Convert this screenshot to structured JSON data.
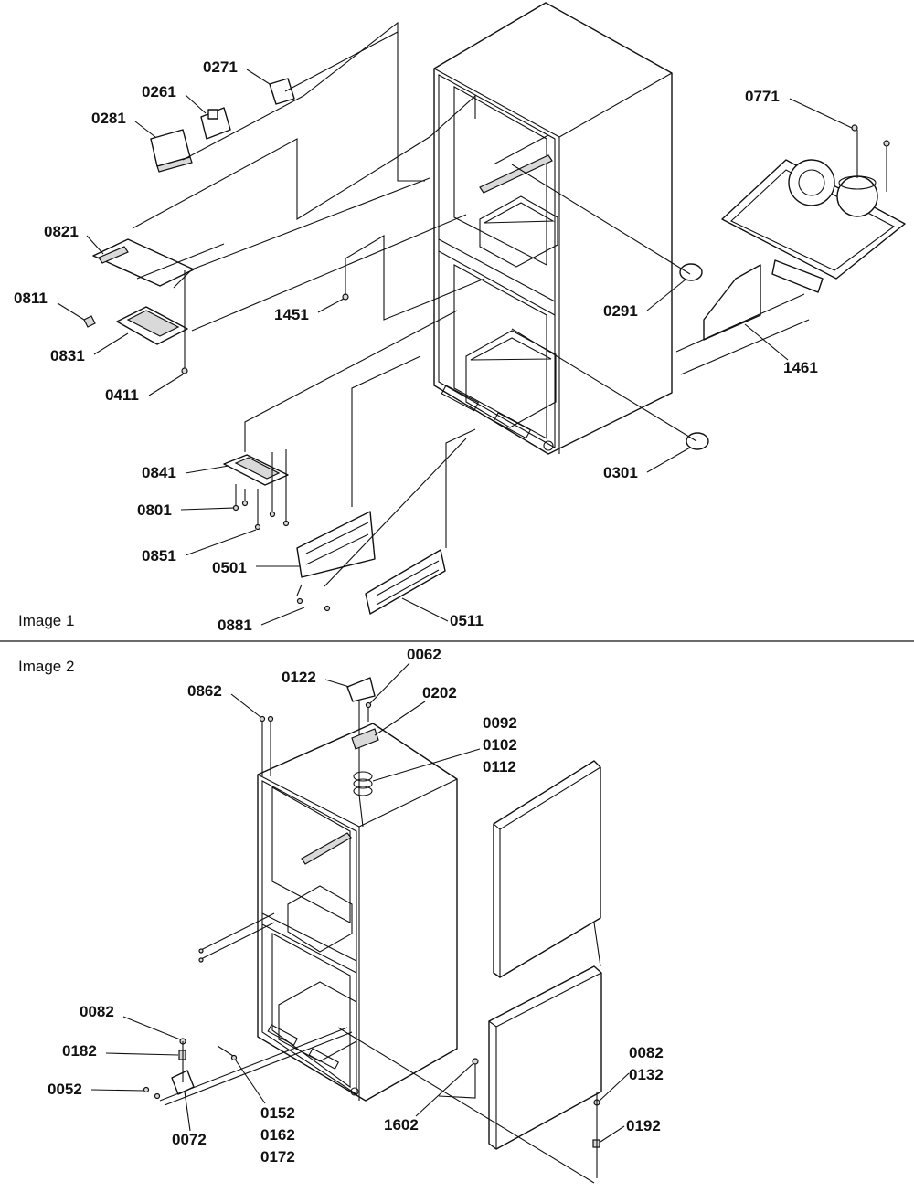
{
  "sections": {
    "image1": "Image 1",
    "image2": "Image 2"
  },
  "callouts": {
    "c0271": "0271",
    "c0261": "0261",
    "c0281": "0281",
    "c0771": "0771",
    "c0821": "0821",
    "c0811": "0811",
    "c0831": "0831",
    "c0411": "0411",
    "c1451": "1451",
    "c0291": "0291",
    "c1461": "1461",
    "c0301": "0301",
    "c0841": "0841",
    "c0801": "0801",
    "c0851": "0851",
    "c0501": "0501",
    "c0881": "0881",
    "c0511": "0511",
    "c0062": "0062",
    "c0122": "0122",
    "c0862": "0862",
    "c0202": "0202",
    "c0092": "0092",
    "c0102": "0102",
    "c0112": "0112",
    "c0082a": "0082",
    "c0182": "0182",
    "c0052": "0052",
    "c0072": "0072",
    "c0152": "0152",
    "c0162": "0162",
    "c0172": "0172",
    "c1602": "1602",
    "c0082b": "0082",
    "c0132": "0132",
    "c0192": "0192"
  }
}
